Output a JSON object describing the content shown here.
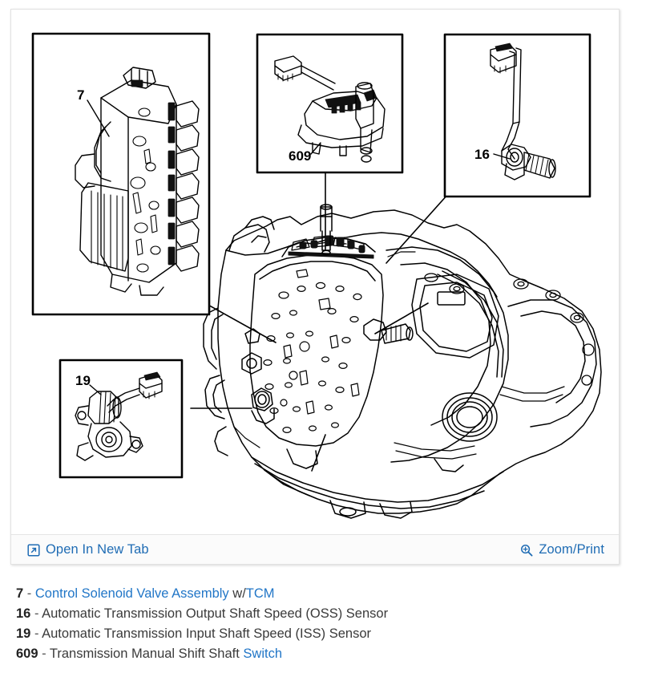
{
  "viewer": {
    "toolbar": {
      "open_new_tab": {
        "label": "Open In New Tab",
        "icon": "external-link-icon"
      },
      "zoom_print": {
        "label": "Zoom/Print",
        "icon": "magnifier-plus-icon"
      }
    },
    "diagram": {
      "title": "Automatic transmission exploded view with callout detail panels",
      "callout_panels": [
        {
          "id": "panel-7",
          "label": "7",
          "subject": "Control Solenoid Valve Assembly with TCM"
        },
        {
          "id": "panel-609",
          "label": "609",
          "subject": "Transmission Manual Shift Shaft Switch"
        },
        {
          "id": "panel-16",
          "label": "16",
          "subject": "Output Shaft Speed (OSS) Sensor"
        },
        {
          "id": "panel-19",
          "label": "19",
          "subject": "Input Shaft Speed (ISS) Sensor"
        }
      ],
      "main_subject": "Transmission case assembly"
    }
  },
  "captions": [
    {
      "number": "7",
      "parts": [
        {
          "text": " - ",
          "type": "dash"
        },
        {
          "text": "Control Solenoid Valve Assembly",
          "type": "link"
        },
        {
          "text": " w/",
          "type": "plain"
        },
        {
          "text": "TCM",
          "type": "link"
        }
      ]
    },
    {
      "number": "16",
      "parts": [
        {
          "text": " - ",
          "type": "dash"
        },
        {
          "text": "Automatic Transmission Output Shaft Speed (OSS) Sensor",
          "type": "plain"
        }
      ]
    },
    {
      "number": "19",
      "parts": [
        {
          "text": " - ",
          "type": "dash"
        },
        {
          "text": "Automatic Transmission Input Shaft Speed (ISS) Sensor",
          "type": "plain"
        }
      ]
    },
    {
      "number": "609",
      "parts": [
        {
          "text": " - ",
          "type": "dash"
        },
        {
          "text": "Transmission Manual Shift Shaft ",
          "type": "plain"
        },
        {
          "text": "Switch",
          "type": "link"
        }
      ]
    }
  ],
  "colors": {
    "link": "#2176c7",
    "toolbar_link": "#1f6cb4",
    "text": "#3a3a3a",
    "line_art": "#000000",
    "panel_border": "#000000",
    "container_border": "#e2e2e2"
  }
}
